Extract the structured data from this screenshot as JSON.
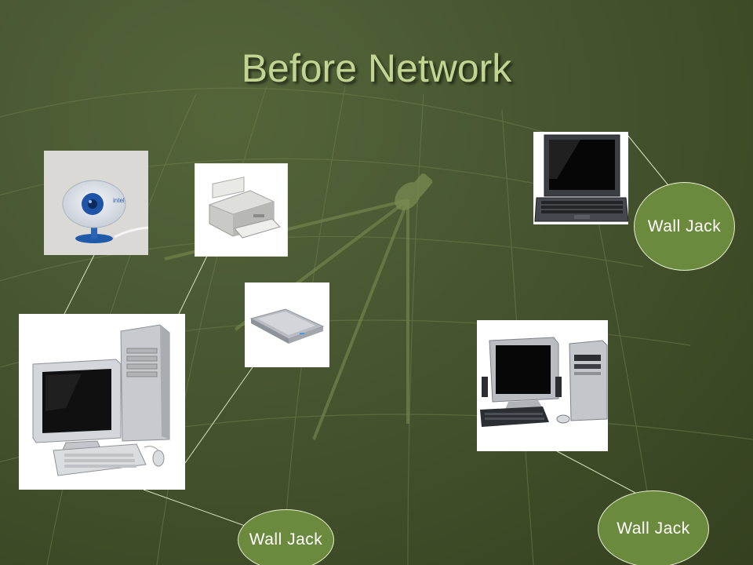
{
  "slide": {
    "title": "Before Network",
    "wall_jack_label": "Wall Jack",
    "colors": {
      "title": "#c2d491",
      "jack_fill": "#6b8a3e",
      "background": "#46552f"
    }
  },
  "devices": [
    "webcam",
    "inkjet-printer",
    "flatbed-scanner",
    "desktop-workstation",
    "laptop",
    "desktop-pc"
  ]
}
